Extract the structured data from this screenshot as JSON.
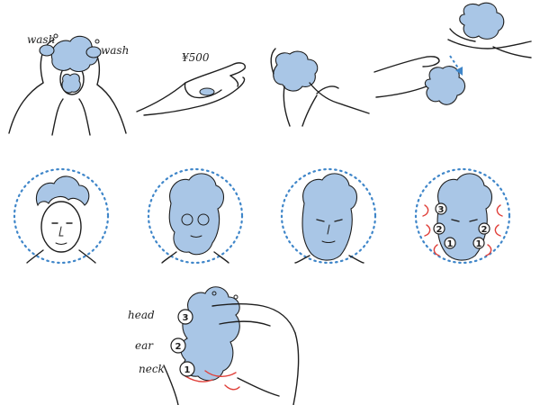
{
  "step1": {
    "label_left": "wash",
    "label_right": "wash"
  },
  "step2": {
    "price_label": "¥500"
  },
  "closeup": {
    "label_head": "head",
    "label_ear": "ear",
    "label_neck": "neck",
    "steps": [
      "3",
      "2",
      "1"
    ]
  },
  "face4_marks": [
    "3",
    "2",
    "2",
    "1",
    "1"
  ],
  "colors": {
    "foam": "#a9c6e6",
    "ring": "#3f86c9",
    "accent_red": "#e0403a",
    "ink": "#1f1f1f"
  }
}
